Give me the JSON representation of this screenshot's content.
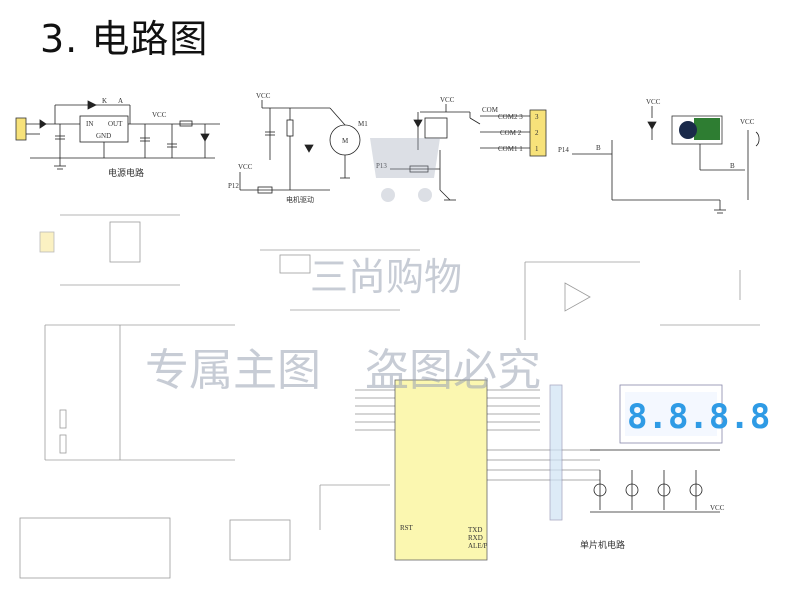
{
  "title": "3. 电路图",
  "captions": {
    "power": "电源电路",
    "mcu": "单片机电路",
    "motor": "电机驱动"
  },
  "watermark": {
    "line1": "三尚购物",
    "line2": "专属主图　盗图必究"
  },
  "labels": {
    "vcc": "VCC",
    "in": "IN",
    "out": "OUT",
    "gnd": "GND",
    "com": "COM",
    "com2_3": "COM2 3",
    "com_2": "COM 2",
    "com1_1": "COM1 1",
    "pin3": "3",
    "pin2": "2",
    "pin1": "1",
    "p14": "P14",
    "p12": "P12",
    "p13": "P13",
    "k": "K",
    "a": "A",
    "b": "B",
    "m1": "M1",
    "m": "M",
    "seg": "8.8.8.8",
    "rst": "RST",
    "txd": "TXD",
    "rxd": "RXD",
    "alep": "ALE/P"
  },
  "colors": {
    "line": "#222222",
    "chip": "#fbf7a8",
    "display": "#2f9be5",
    "buzzer": "#2e7d32",
    "wm": "#9aa3b4"
  }
}
